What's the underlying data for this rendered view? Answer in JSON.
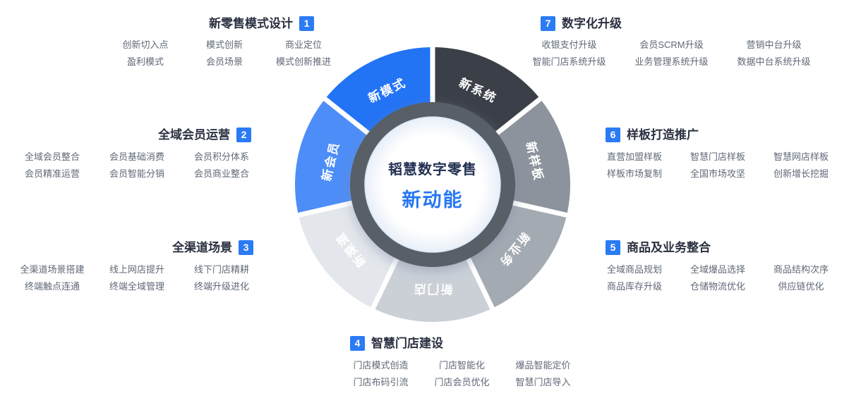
{
  "accent_color": "#2B7BF4",
  "center": {
    "brand": "韬慧数字零售",
    "headline": "新动能"
  },
  "wheel": {
    "ring_color": "#585E66",
    "segments": [
      {
        "label": "新系统",
        "color": "#3B4048"
      },
      {
        "label": "新样板",
        "color": "#8C939C"
      },
      {
        "label": "新业务",
        "color": "#A4AAB2"
      },
      {
        "label": "新门店",
        "color": "#CBD0D7"
      },
      {
        "label": "新渠道",
        "color": "#E3E6EB"
      },
      {
        "label": "新会员",
        "color": "#4D8DF7"
      },
      {
        "label": "新模式",
        "color": "#2373F5"
      }
    ]
  },
  "groups": [
    {
      "badge": "1",
      "title": "新零售模式设计",
      "items": [
        "创新切入点",
        "模式创新",
        "商业定位",
        "盈利模式",
        "会员场景",
        "模式创新推进"
      ]
    },
    {
      "badge": "2",
      "title": "全域会员运营",
      "items": [
        "全域会员整合",
        "会员基础消费",
        "会员积分体系",
        "会员精准运营",
        "会员智能分销",
        "会员商业整合"
      ]
    },
    {
      "badge": "3",
      "title": "全渠道场景",
      "items": [
        "全渠道场景搭建",
        "线上网店提升",
        "线下门店精耕",
        "终端触点连通",
        "终端全域管理",
        "终端升级进化"
      ]
    },
    {
      "badge": "4",
      "title": "智慧门店建设",
      "items": [
        "门店模式创造",
        "门店智能化",
        "爆品智能定价",
        "门店布码引流",
        "门店会员优化",
        "智慧门店导入"
      ]
    },
    {
      "badge": "5",
      "title": "商品及业务整合",
      "items": [
        "全域商品规划",
        "全域爆品选择",
        "商品结构次序",
        "商品库存升级",
        "仓储物流优化",
        "供应链优化"
      ]
    },
    {
      "badge": "6",
      "title": "样板打造推广",
      "items": [
        "直营加盟样板",
        "智慧门店样板",
        "智慧网店样板",
        "样板市场复制",
        "全国市场攻坚",
        "创新增长挖掘"
      ]
    },
    {
      "badge": "7",
      "title": "数字化升级",
      "items": [
        "收银支付升级",
        "会员SCRM升级",
        "营销中台升级",
        "智能门店系统升级",
        "业务管理系统升级",
        "数据中台系统升级"
      ]
    }
  ]
}
